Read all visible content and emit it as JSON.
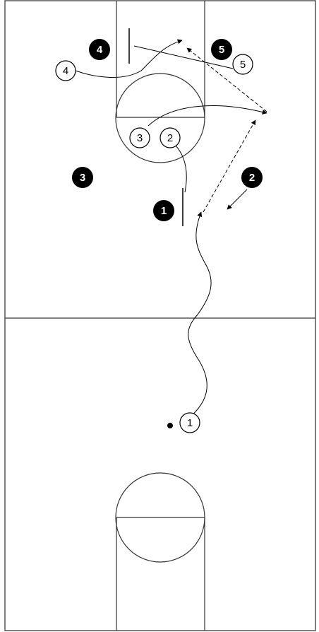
{
  "diagram": {
    "type": "basketball-play",
    "colors": {
      "court_lines": "#555555",
      "paint_lines": "#333333",
      "offense_fill": "#ffffff",
      "offense_text": "#000000",
      "defense_fill": "#000000",
      "defense_text": "#ffffff",
      "path": "#000000",
      "background": "#ffffff"
    },
    "offense": [
      {
        "number": "1"
      },
      {
        "number": "2"
      },
      {
        "number": "3"
      },
      {
        "number": "4"
      },
      {
        "number": "5"
      }
    ],
    "defense": [
      {
        "number": "1"
      },
      {
        "number": "2"
      },
      {
        "number": "3"
      },
      {
        "number": "4"
      },
      {
        "number": "5"
      }
    ],
    "ball": {
      "holder": "1"
    }
  }
}
